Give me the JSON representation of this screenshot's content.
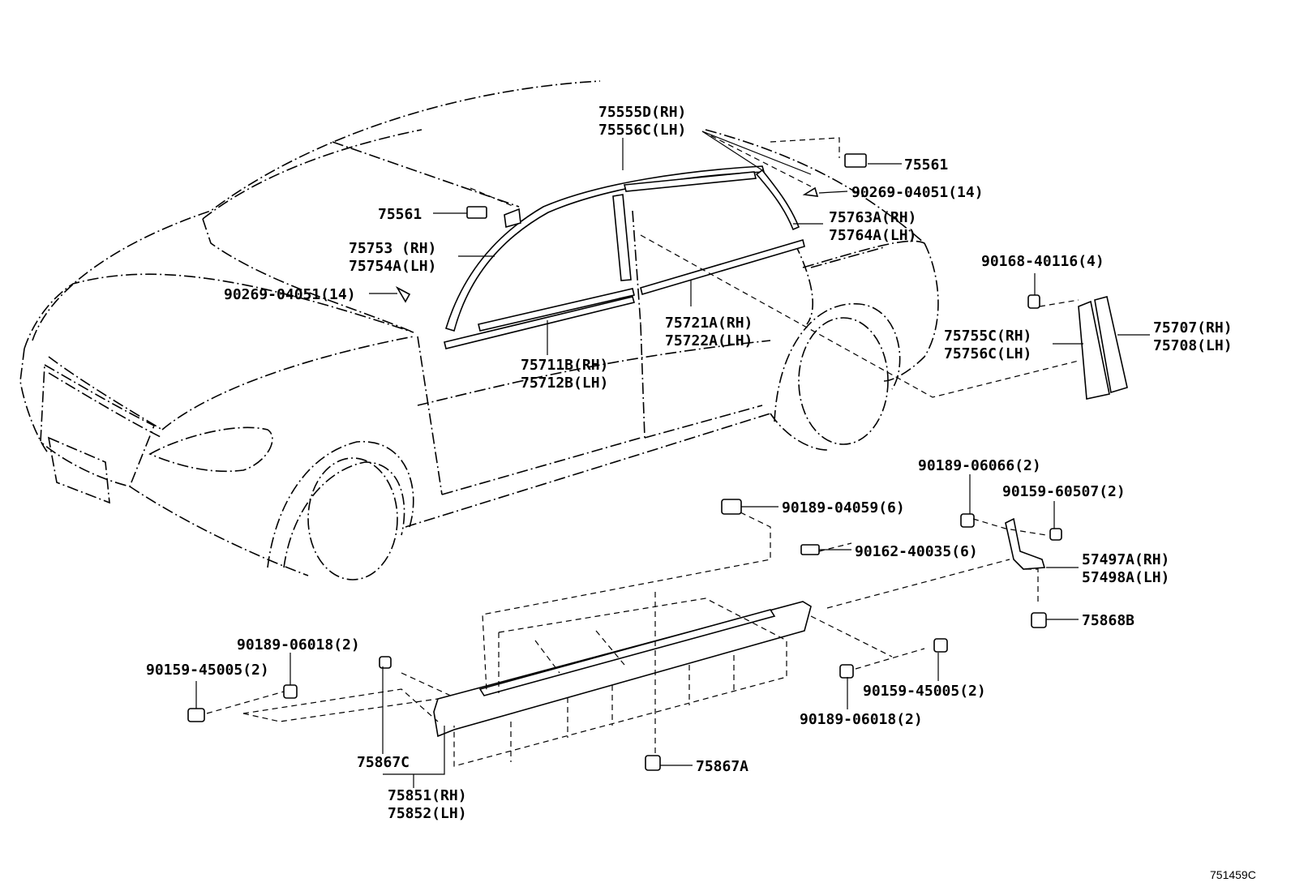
{
  "labels": {
    "p75555D": "75555D(RH)",
    "p75556C": "75556C(LH)",
    "p75561_right": "75561",
    "p90269_right": "90269-04051(14)",
    "p75561_left": "75561",
    "p75763A": "75763A(RH)",
    "p75764A": "75764A(LH)",
    "p75753": "75753  (RH)",
    "p75754A": "75754A(LH)",
    "p90269_left": "90269-04051(14)",
    "p90168": "90168-40116(4)",
    "p75721A": "75721A(RH)",
    "p75722A": "75722A(LH)",
    "p75755C": "75755C(RH)",
    "p75756C": "75756C(LH)",
    "p75707": "75707(RH)",
    "p75708": "75708(LH)",
    "p75711B": "75711B(RH)",
    "p75712B": "75712B(LH)",
    "p90189_06066": "90189-06066(2)",
    "p90159_60507": "90159-60507(2)",
    "p90189_04059": "90189-04059(6)",
    "p90162_40035": "90162-40035(6)",
    "p57497A": "57497A(RH)",
    "p57498A": "57498A(LH)",
    "p75868B": "75868B",
    "p90189_06018_left": "90189-06018(2)",
    "p90159_45005_left": "90159-45005(2)",
    "p90159_45005_right": "90159-45005(2)",
    "p90189_06018_right": "90189-06018(2)",
    "p75867C": "75867C",
    "p75867A": "75867A",
    "p75851": "75851(RH)",
    "p75852": "75852(LH)"
  },
  "diagram_ref": "751459C"
}
